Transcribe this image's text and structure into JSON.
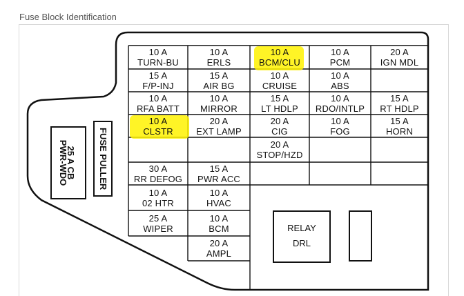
{
  "title": "Fuse Block Identification",
  "colors": {
    "highlight": "#fff200",
    "line": "#111111",
    "title": "#555555"
  },
  "fuses": [
    {
      "amp": "10 A",
      "name": "TURN-BU"
    },
    {
      "amp": "10 A",
      "name": "ERLS"
    },
    {
      "amp": "10 A",
      "name": "BCM/CLU",
      "highlight": true
    },
    {
      "amp": "10 A",
      "name": "PCM"
    },
    {
      "amp": "20 A",
      "name": "IGN MDL"
    },
    {
      "amp": "15 A",
      "name": "F/P-INJ"
    },
    {
      "amp": "15 A",
      "name": "AIR BG"
    },
    {
      "amp": "10 A",
      "name": "CRUISE"
    },
    {
      "amp": "10 A",
      "name": "ABS"
    },
    {
      "amp": "10 A",
      "name": "RFA BATT"
    },
    {
      "amp": "10 A",
      "name": "MIRROR"
    },
    {
      "amp": "15 A",
      "name": "LT HDLP"
    },
    {
      "amp": "10 A",
      "name": "RDO/INTLP"
    },
    {
      "amp": "15 A",
      "name": "RT HDLP"
    },
    {
      "amp": "10 A",
      "name": "CLSTR",
      "highlight": true
    },
    {
      "amp": "20 A",
      "name": "EXT LAMP"
    },
    {
      "amp": "20 A",
      "name": "CIG"
    },
    {
      "amp": "10 A",
      "name": "FOG"
    },
    {
      "amp": "15 A",
      "name": "HORN"
    },
    {
      "amp": "20 A",
      "name": "STOP/HZD"
    },
    {
      "amp": "30 A",
      "name": "RR DEFOG"
    },
    {
      "amp": "15 A",
      "name": "PWR ACC"
    },
    {
      "amp": "10 A",
      "name": "02 HTR"
    },
    {
      "amp": "10 A",
      "name": "HVAC"
    },
    {
      "amp": "25 A",
      "name": "WIPER"
    },
    {
      "amp": "10 A",
      "name": "BCM"
    },
    {
      "amp": "20 A",
      "name": "AMPL"
    }
  ],
  "circuit_breaker": {
    "line1": "25 A CB",
    "line2": "PWR-WDO"
  },
  "fuse_puller": "FUSE PULLER",
  "relay": {
    "line1": "RELAY",
    "line2": "DRL"
  }
}
